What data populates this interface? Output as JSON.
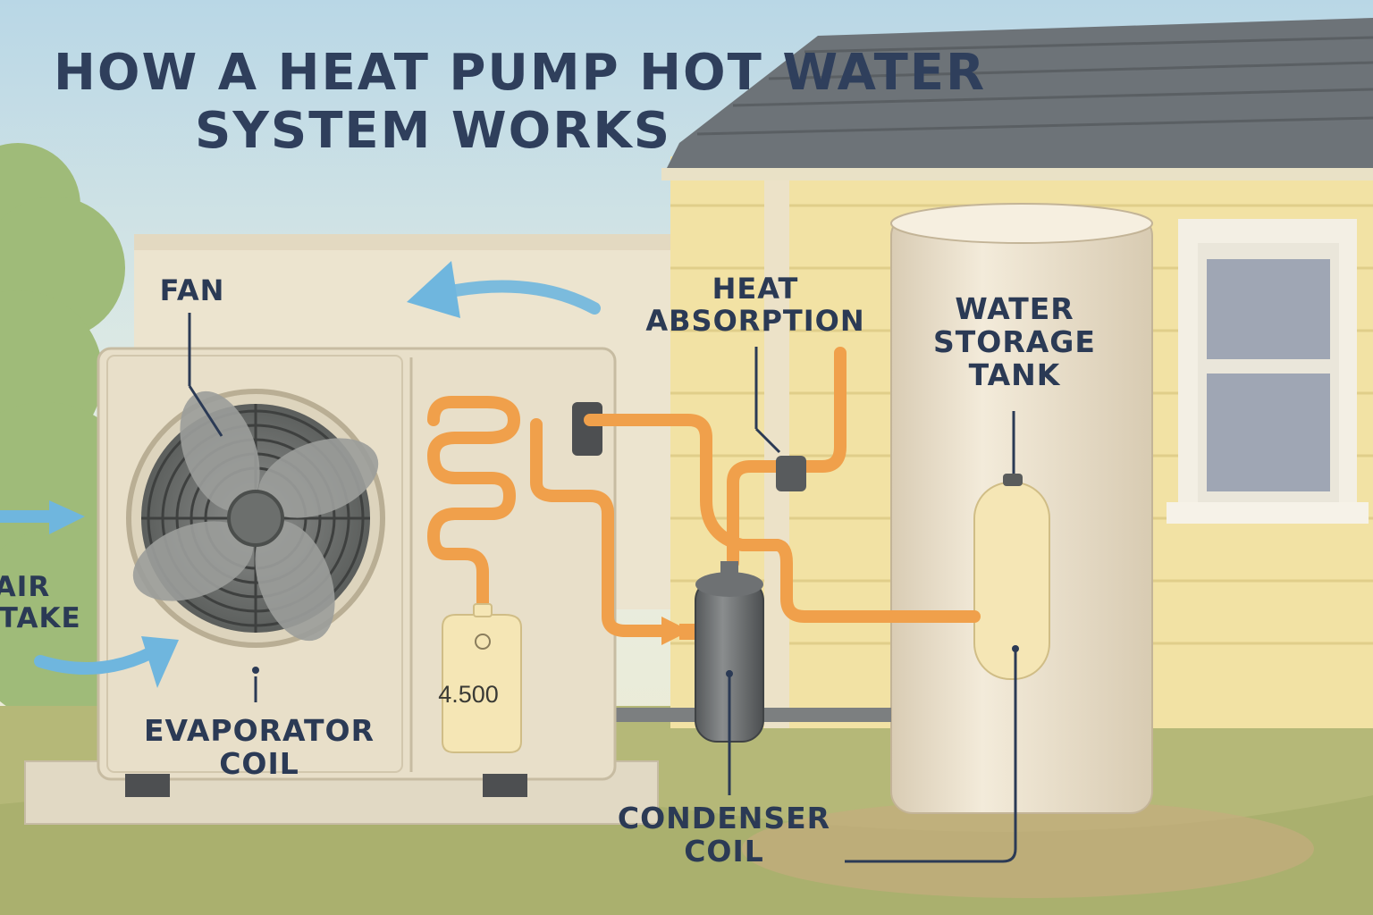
{
  "title": {
    "line1": "HOW A HEAT PUMP HOT WATER",
    "line2": "SYSTEM WORKS"
  },
  "labels": {
    "fan": "FAN",
    "heat_absorption": [
      "HEAT",
      "ABSORPTION"
    ],
    "water_storage_tank": [
      "WATER",
      "STORAGE",
      "TANK"
    ],
    "air_intake": [
      "AIR",
      "INTAKE"
    ],
    "evaporator_coil": [
      "EVAPORATOR",
      "COIL"
    ],
    "condenser_coil": [
      "CONDENSER",
      "COIL"
    ]
  },
  "gauge": {
    "value": "4.500"
  },
  "colors": {
    "sky_top": "#b9d7e6",
    "house_wall": "#f2e2a4",
    "roof": "#6d7378",
    "unit_body": "#e8dfc9",
    "refrigerant_pipe": "#f0a04b",
    "air_arrow": "#6fb6de",
    "tank": "#ece2cf",
    "label_text": "#2b3a55"
  }
}
